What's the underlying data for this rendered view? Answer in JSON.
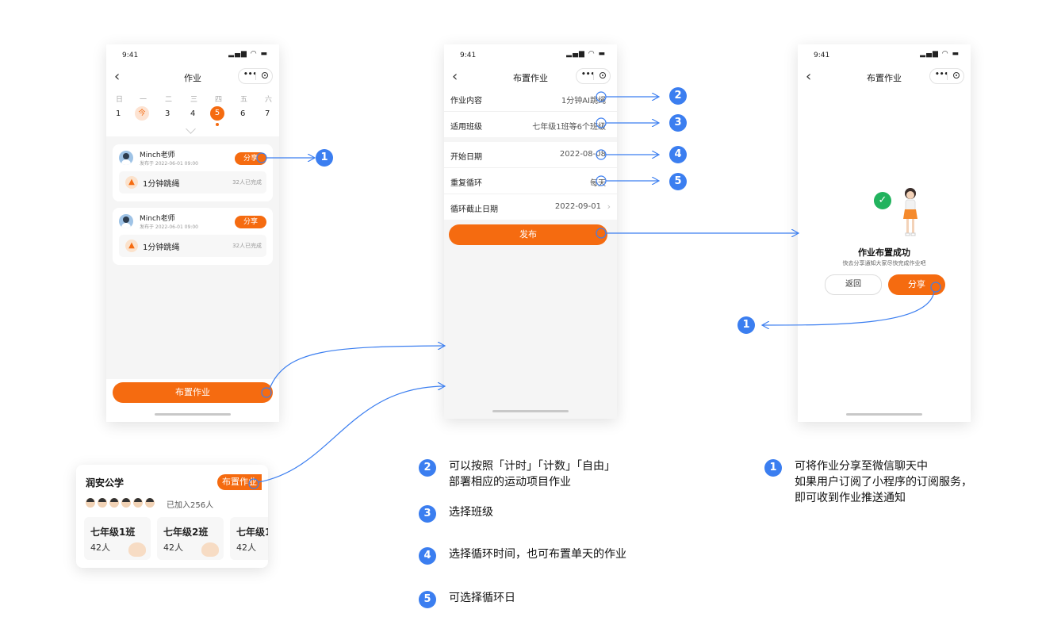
{
  "colors": {
    "accent": "#f56b10",
    "badge": "#3b7ef0",
    "arrow": "#3b7ef0",
    "success": "#22b35e"
  },
  "status_time": "9:41",
  "screen1": {
    "title": "作业",
    "week": [
      "日",
      "一",
      "二",
      "三",
      "四",
      "五",
      "六"
    ],
    "dates": [
      "1",
      "今",
      "3",
      "4",
      "5",
      "6",
      "7"
    ],
    "cards": [
      {
        "teacher": "Minch老师",
        "posted": "发布于 2022-06-01 09:00",
        "share": "分享",
        "task": "1分钟跳绳",
        "done": "32人已完成"
      },
      {
        "teacher": "Minch老师",
        "posted": "发布于 2022-06-01 09:00",
        "share": "分享",
        "task": "1分钟跳绳",
        "done": "32人已完成"
      }
    ],
    "assign_button": "布置作业"
  },
  "screen2": {
    "title": "布置作业",
    "rows1": [
      {
        "label": "作业内容",
        "value": "1分钟AI跳绳"
      },
      {
        "label": "适用班级",
        "value": "七年级1班等6个班级"
      }
    ],
    "rows2": [
      {
        "label": "开始日期",
        "value": "2022-08-08"
      },
      {
        "label": "重复循环",
        "value": "每天"
      },
      {
        "label": "循环截止日期",
        "value": "2022-09-01"
      }
    ],
    "publish_button": "发布"
  },
  "screen3": {
    "title": "布置作业",
    "success_title": "作业布置成功",
    "success_sub": "快去分享通知大家尽快完成作业吧",
    "back_button": "返回",
    "share_button": "分享"
  },
  "school_card": {
    "name": "润安公学",
    "assign_button": "布置作业",
    "joined": "已加入256人",
    "classes": [
      {
        "name": "七年级1班",
        "count": "42人"
      },
      {
        "name": "七年级2班",
        "count": "42人"
      },
      {
        "name": "七年级1",
        "count": "42人"
      }
    ]
  },
  "badges": {
    "b1": "1",
    "b2": "2",
    "b3": "3",
    "b4": "4",
    "b5": "5"
  },
  "annotations": {
    "a2_line1": "可以按照「计时」「计数」「自由」",
    "a2_line2": "部署相应的运动项目作业",
    "a3": "选择班级",
    "a4": "选择循环时间，也可布置单天的作业",
    "a5": "可选择循环日",
    "a1_line1": "可将作业分享至微信聊天中",
    "a1_line2": "如果用户订阅了小程序的订阅服务，",
    "a1_line3": "即可收到作业推送通知"
  }
}
